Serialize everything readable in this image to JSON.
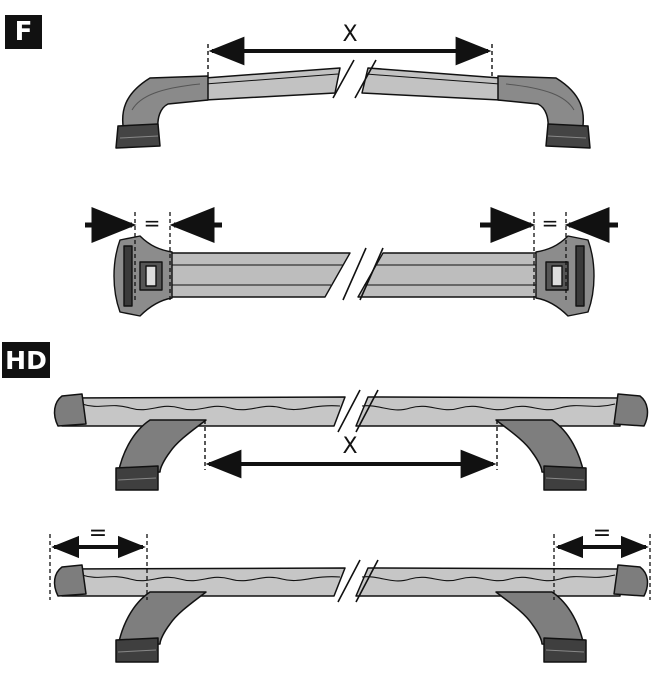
{
  "badges": {
    "f": "F",
    "hd": "HD"
  },
  "labels": {
    "x_top": "X",
    "x_hd": "X",
    "eq_f_left": "=",
    "eq_f_right": "=",
    "eq_hd_left": "=",
    "eq_hd_right": "="
  },
  "colors": {
    "bar": "#b9b9b9",
    "bar_light": "#d6d6d6",
    "foot": "#7a7a7a",
    "foot_dark": "#3a3a3a",
    "line": "#111111"
  }
}
